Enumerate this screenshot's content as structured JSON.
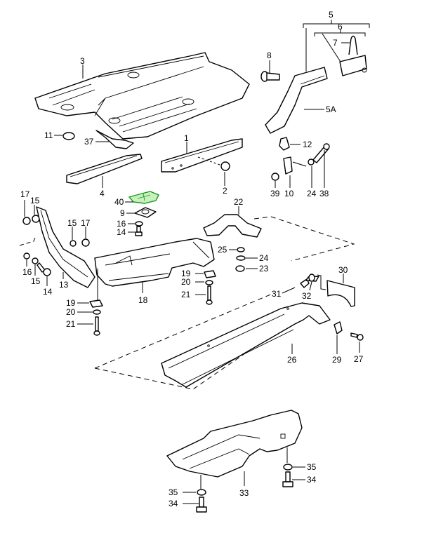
{
  "diagram": {
    "title": "Floor pan and underbody covers — exploded parts view",
    "highlight_color": "#1a9a1a",
    "highlighted_part": "40",
    "labels": {
      "p1": "1",
      "p2": "2",
      "p3": "3",
      "p4": "4",
      "p5": "5",
      "p5a": "5A",
      "p6": "6",
      "p7": "7",
      "p8": "8",
      "p9": "9",
      "p10": "10",
      "p11": "11",
      "p12": "12",
      "p13": "13",
      "p14a": "14",
      "p14b": "14",
      "p15a": "15",
      "p15b": "15",
      "p15c": "15",
      "p16a": "16",
      "p16b": "16",
      "p17a": "17",
      "p17b": "17",
      "p18": "18",
      "p19a": "19",
      "p19b": "19",
      "p20a": "20",
      "p20b": "20",
      "p21a": "21",
      "p21b": "21",
      "p22": "22",
      "p23": "23",
      "p24a": "24",
      "p24b": "24",
      "p25": "25",
      "p26": "26",
      "p27": "27",
      "p29": "29",
      "p30": "30",
      "p31": "31",
      "p32": "32",
      "p33": "33",
      "p34a": "34",
      "p34b": "34",
      "p35a": "35",
      "p35b": "35",
      "p37": "37",
      "p38": "38",
      "p39": "39",
      "p40": "40"
    }
  }
}
